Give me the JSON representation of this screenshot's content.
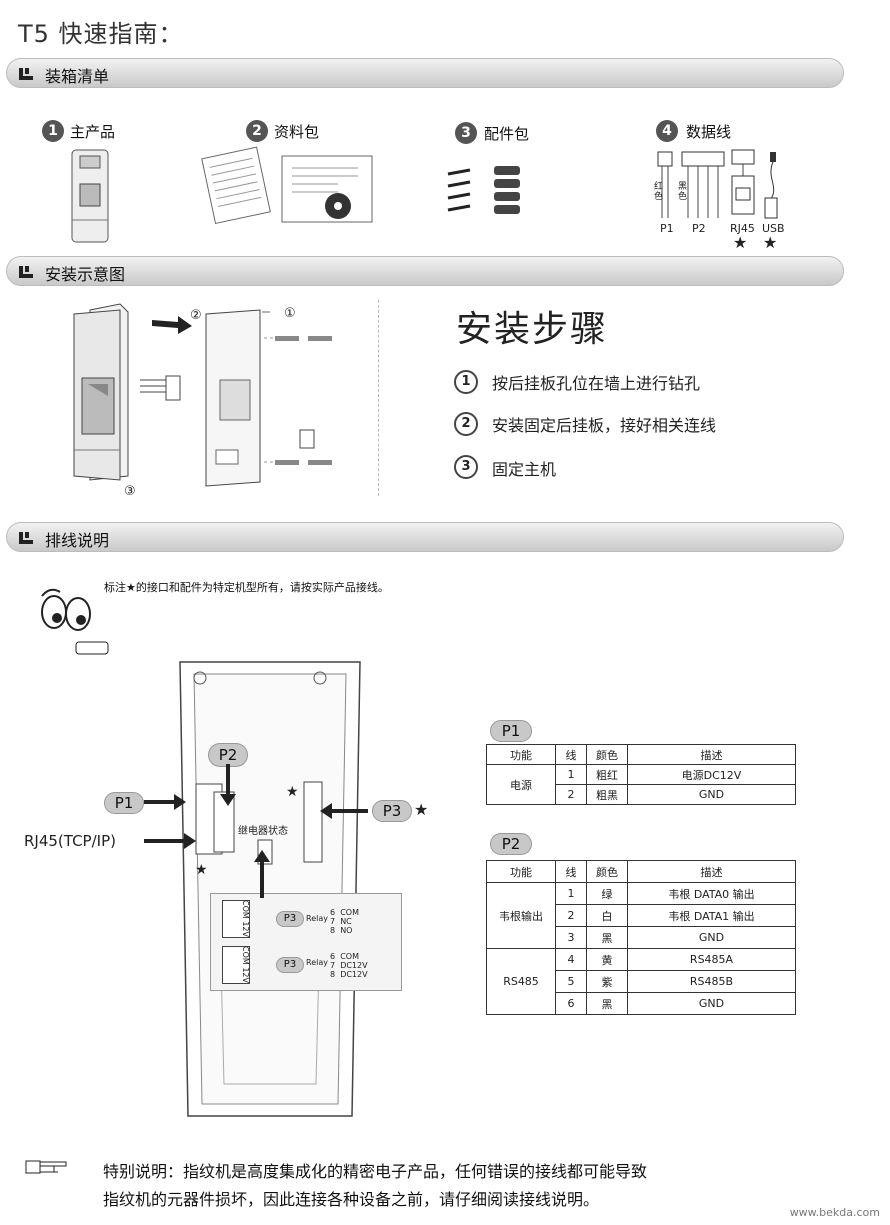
{
  "title": "T5 快速指南：",
  "sections": {
    "packing": "装箱清单",
    "install": "安装示意图",
    "wiring": "排线说明"
  },
  "packing_items": [
    {
      "num": "1",
      "label": "主产品"
    },
    {
      "num": "2",
      "label": "资料包"
    },
    {
      "num": "3",
      "label": "配件包"
    },
    {
      "num": "4",
      "label": "数据线"
    }
  ],
  "cables": {
    "p1_color1": "红色",
    "p1_color2": "黑色",
    "labels": [
      "P1",
      "P2",
      "RJ45",
      "USB"
    ]
  },
  "install_diagram": {
    "mark1": "①",
    "mark2": "②",
    "mark3": "③"
  },
  "steps": {
    "heading": "安装步骤",
    "items": [
      {
        "num": "1",
        "text": "按后挂板孔位在墙上进行钻孔"
      },
      {
        "num": "2",
        "text": "安装固定后挂板，接好相关连线"
      },
      {
        "num": "3",
        "text": "固定主机"
      }
    ]
  },
  "wiring_note": "标注★的接口和配件为特定机型所有，请按实际产品接线。",
  "board": {
    "p1": "P1",
    "p2": "P2",
    "p3": "P3",
    "rj45": "RJ45(TCP/IP)",
    "relay_state": "继电器状态",
    "relay_boxes": [
      {
        "side": "COM 12V",
        "p": "P3",
        "relay": "Relay",
        "rows": [
          [
            "6",
            "COM"
          ],
          [
            "7",
            "NC"
          ],
          [
            "8",
            "NO"
          ]
        ]
      },
      {
        "side": "COM 12V",
        "p": "P3",
        "relay": "Relay",
        "rows": [
          [
            "6",
            "COM"
          ],
          [
            "7",
            "DC12V"
          ],
          [
            "8",
            "DC12V"
          ]
        ]
      }
    ]
  },
  "p1_table": {
    "label": "P1",
    "headers": [
      "功能",
      "线",
      "颜色",
      "描述"
    ],
    "group": "电源",
    "rows": [
      [
        "1",
        "粗红",
        "电源DC12V"
      ],
      [
        "2",
        "粗黑",
        "GND"
      ]
    ]
  },
  "p2_table": {
    "label": "P2",
    "headers": [
      "功能",
      "线",
      "颜色",
      "描述"
    ],
    "group1": "韦根输出",
    "group2": "RS485",
    "rows": [
      [
        "1",
        "绿",
        "韦根 DATA0 输出"
      ],
      [
        "2",
        "白",
        "韦根 DATA1 输出"
      ],
      [
        "3",
        "黑",
        "GND"
      ],
      [
        "4",
        "黄",
        "RS485A"
      ],
      [
        "5",
        "紫",
        "RS485B"
      ],
      [
        "6",
        "黑",
        "GND"
      ]
    ]
  },
  "footer": {
    "line1": "特别说明：指纹机是高度集成化的精密电子产品，任何错误的接线都可能导致",
    "line2": "指纹机的元器件损坏，因此连接各种设备之前，请仔细阅读接线说明。"
  },
  "watermark": "www.bekda.com"
}
